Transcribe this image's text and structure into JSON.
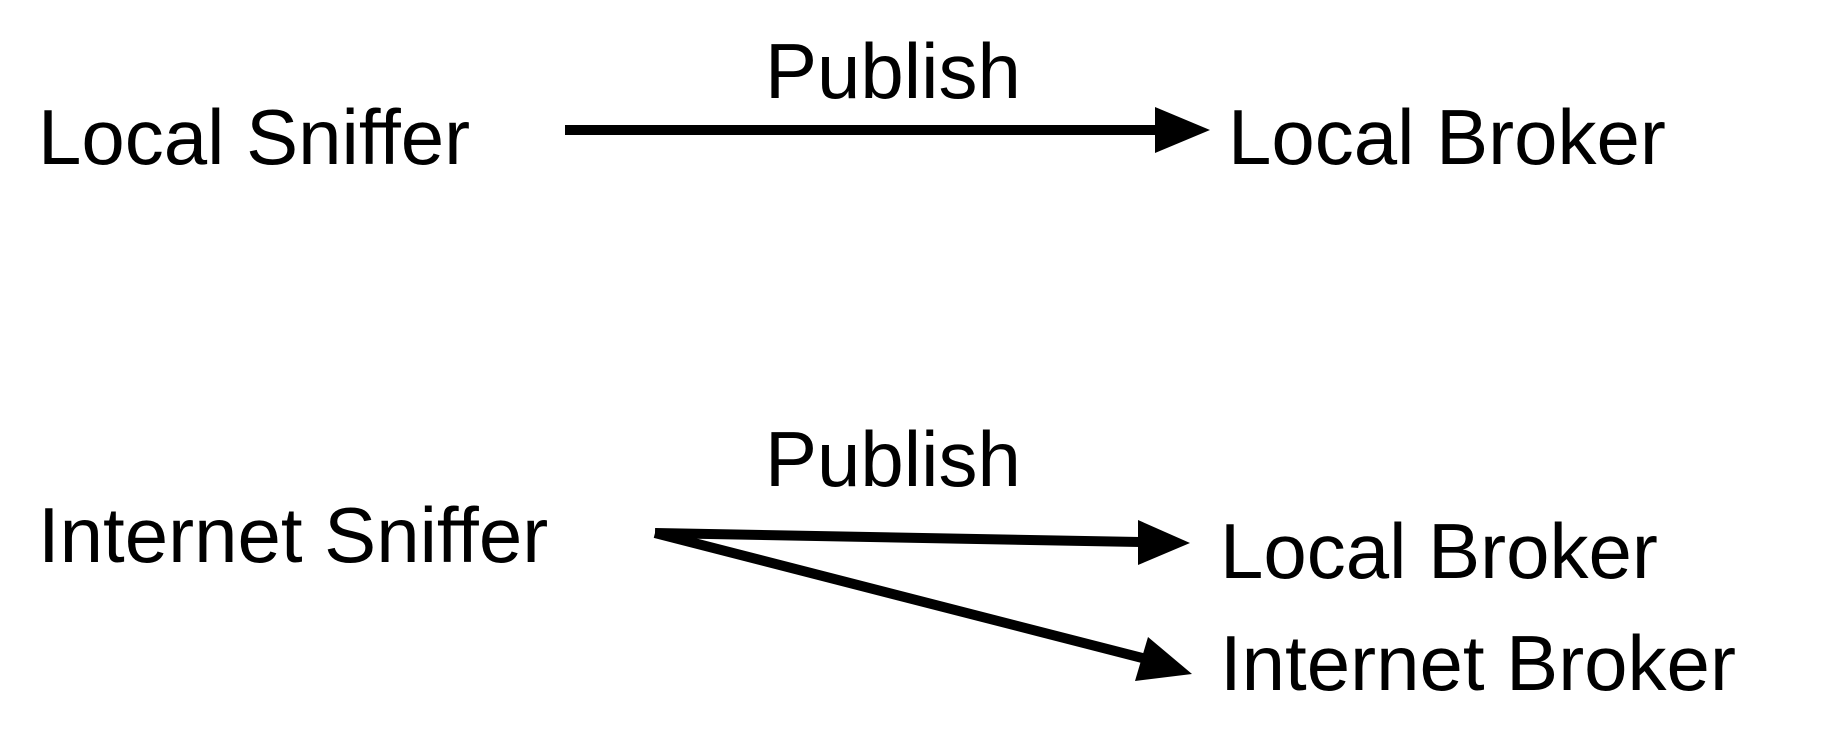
{
  "diagram": {
    "top_row": {
      "source": "Local Sniffer",
      "edge_label": "Publish",
      "target": "Local Broker"
    },
    "bottom_row": {
      "source": "Internet Sniffer",
      "edge_label": "Publish",
      "targets": [
        "Local Broker",
        "Internet Broker"
      ]
    },
    "arrow_color": "#000000"
  }
}
